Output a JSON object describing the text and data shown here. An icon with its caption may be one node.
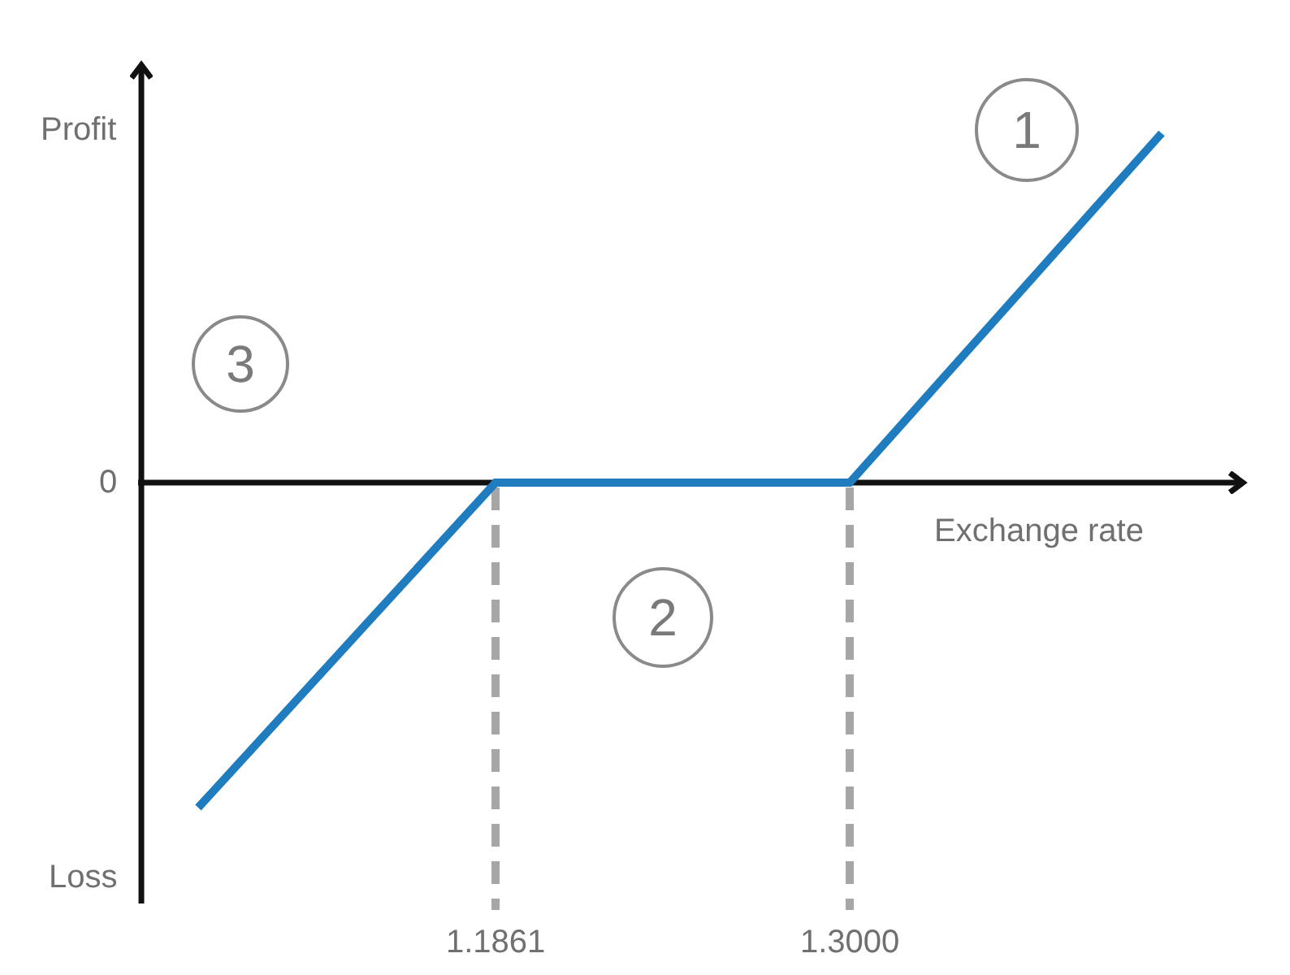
{
  "diagram": {
    "nodes": [
      {
        "text": [
          "1"
        ]
      },
      {
        "text": [
          "3"
        ]
      },
      {
        "text": [
          "2"
        ]
      }
    ],
    "labels": [
      "Profit",
      "0",
      "Exchange rate",
      "Loss",
      "1.1861",
      "1.3000"
    ]
  }
}
